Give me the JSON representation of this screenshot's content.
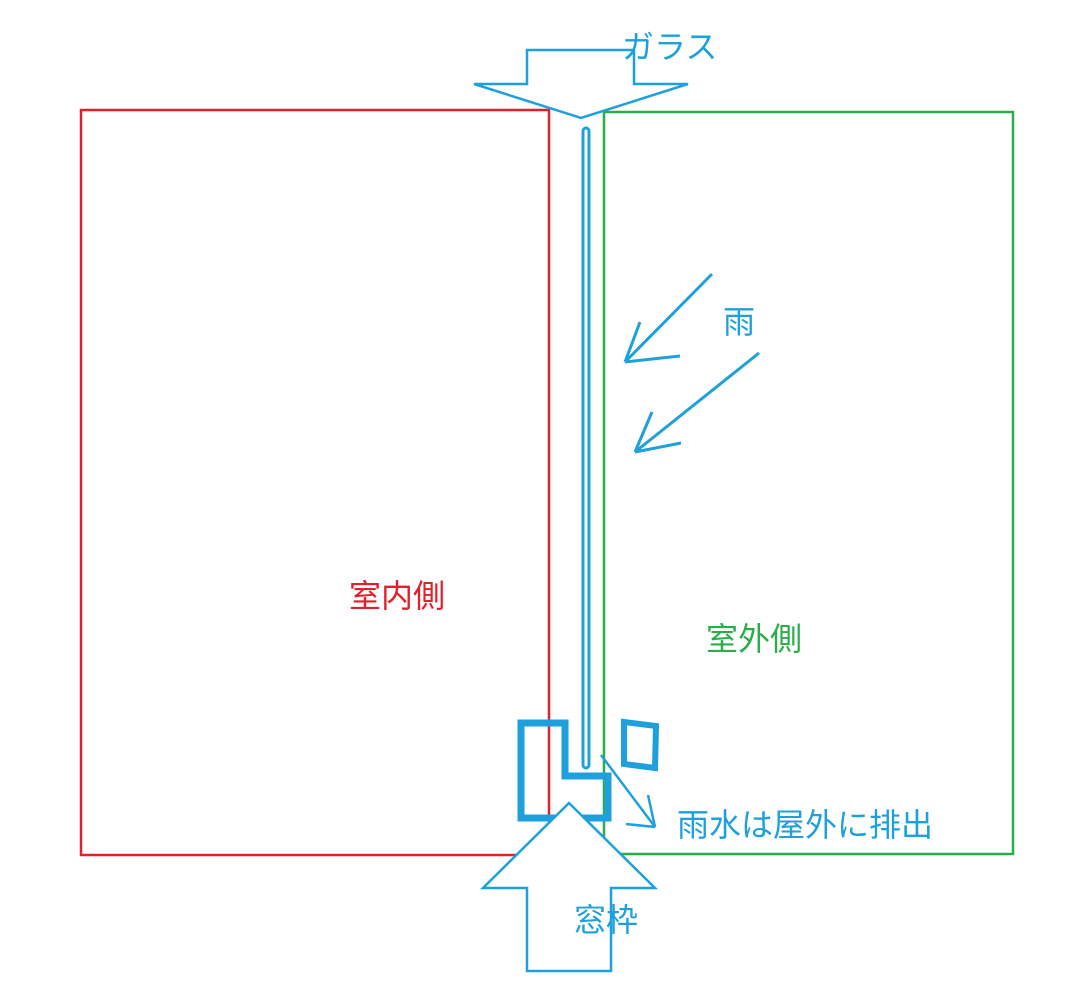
{
  "labels": {
    "glass": "ガラス",
    "rain": "雨",
    "indoor": "室内側",
    "outdoor": "室外側",
    "drain": "雨水は屋外に排出",
    "frame": "窓枠"
  },
  "colors": {
    "indoor": "#e0202a",
    "outdoor": "#2aae4a",
    "accent": "#1ea0dc"
  }
}
